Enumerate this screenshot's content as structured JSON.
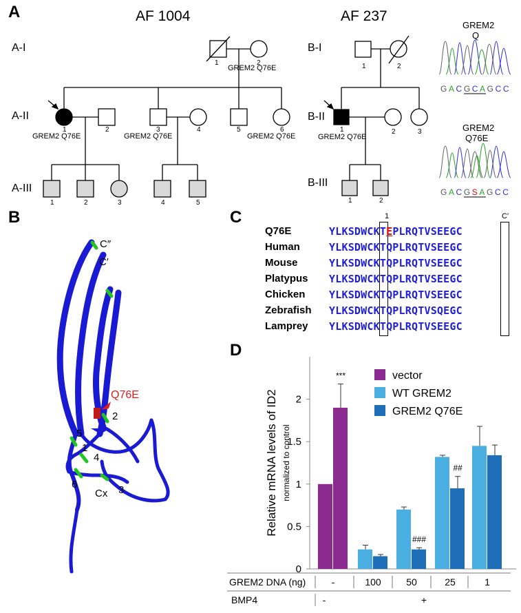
{
  "panels": [
    "A",
    "B",
    "C",
    "D"
  ],
  "pedigree_a": {
    "title": "AF 1004",
    "gen_labels": [
      "A-I",
      "A-II",
      "A-III"
    ],
    "nums_gen1": [
      "1",
      "2"
    ],
    "nums_gen2": [
      "1",
      "2",
      "3",
      "4",
      "5",
      "6"
    ],
    "nums_gen3": [
      "1",
      "2",
      "3",
      "4",
      "5"
    ],
    "annot": [
      "GREM2 Q76E",
      "GREM2 Q76E",
      "GREM2 Q76E",
      "GREM2 Q76E"
    ]
  },
  "pedigree_b": {
    "title": "AF 237",
    "gen_labels": [
      "B-I",
      "B-II",
      "B-III"
    ],
    "nums_gen1": [
      "1",
      "2"
    ],
    "nums_gen2": [
      "1",
      "2",
      "3"
    ],
    "nums_gen3": [
      "1",
      "2"
    ],
    "annot": "GREM2 Q76E"
  },
  "chromatograms": [
    {
      "title1": "GREM2",
      "title2": "Q",
      "bases": [
        "G",
        "A",
        "C",
        "G",
        "C",
        "A",
        "G",
        "C",
        "C"
      ]
    },
    {
      "title1": "GREM2",
      "title2": "Q76E",
      "bases": [
        "G",
        "A",
        "C",
        "G",
        "S",
        "A",
        "G",
        "C",
        "C"
      ]
    }
  ],
  "structure": {
    "labels": [
      "C″",
      "C′",
      "Q76E",
      "2",
      "5",
      "1",
      "4",
      "6",
      "Cx",
      "3"
    ]
  },
  "alignment": {
    "col_markers": [
      "1",
      "C′"
    ],
    "rows": [
      {
        "name": "Q76E",
        "pre": "YLKSDWCKT",
        "mut": "E",
        "post": "PLRQTVSEEGC"
      },
      {
        "name": "Human",
        "seq": "YLKSDWCKTQPLRQTVSEEGC"
      },
      {
        "name": "Mouse",
        "seq": "YLKSDWCKTQPLRQTVSEEGC"
      },
      {
        "name": "Platypus",
        "seq": "YLKSDWCKTQPLRQTVSEEGC"
      },
      {
        "name": "Chicken",
        "seq": "YLKSDWCKTQPLRQTVSEEGC"
      },
      {
        "name": "Zebrafish",
        "seq": "YLKSDWCKTQPLRQTVSQEGC"
      },
      {
        "name": "Lamprey",
        "seq": "YLKSDWCKTQPLRQTVSEEGC"
      }
    ]
  },
  "chart_data": {
    "type": "bar",
    "ylabel": "Relative mRNA levels of ID2",
    "ylabel2": "normalized to control",
    "ylim": [
      0,
      2.5
    ],
    "yticks": [
      "0",
      "0.5",
      "1",
      "1.5",
      "2"
    ],
    "legend_position": "top-right",
    "series": [
      {
        "name": "vector",
        "color": "#8b2a8f"
      },
      {
        "name": "WT GREM2",
        "color": "#4aaee0"
      },
      {
        "name": "GREM2 Q76E",
        "color": "#1f6fb8"
      }
    ],
    "bars": [
      {
        "series": 0,
        "value": 1.0,
        "err": 0
      },
      {
        "series": 0,
        "value": 1.9,
        "err": 0.28,
        "label": "***"
      },
      {
        "series": 1,
        "value": 0.23,
        "err": 0.05
      },
      {
        "series": 2,
        "value": 0.15,
        "err": 0.02
      },
      {
        "series": 1,
        "value": 0.7,
        "err": 0.03
      },
      {
        "series": 2,
        "value": 0.23,
        "err": 0.02,
        "label": "###"
      },
      {
        "series": 1,
        "value": 1.32,
        "err": 0.02
      },
      {
        "series": 2,
        "value": 0.95,
        "err": 0.14,
        "label": "##"
      },
      {
        "series": 1,
        "value": 1.45,
        "err": 0.23
      },
      {
        "series": 2,
        "value": 1.34,
        "err": 0.12
      }
    ],
    "table": {
      "row1_label": "GREM2 DNA (ng)",
      "row1_values": [
        "-",
        "100",
        "50",
        "25",
        "1"
      ],
      "row2_label": "BMP4",
      "row2_values": [
        "-",
        "+"
      ]
    }
  }
}
